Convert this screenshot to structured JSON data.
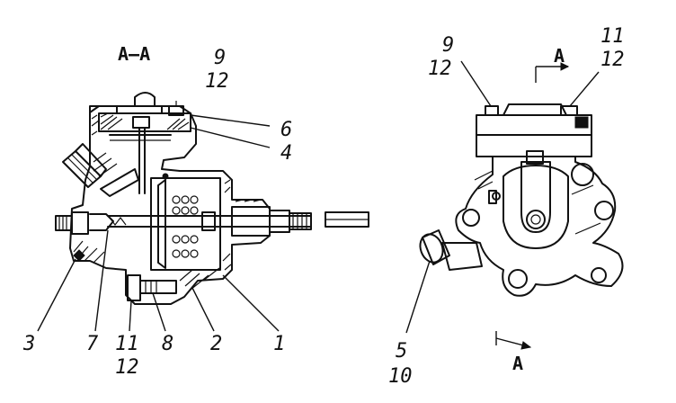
{
  "section_title": "A–A",
  "left_view": {
    "callouts": {
      "c1": "1",
      "c2": "2",
      "c3": "3",
      "c4": "4",
      "c6": "6",
      "c7": "7",
      "c8": "8",
      "c9": "9",
      "c12_top": "12",
      "c11": "11",
      "c12_bottom": "12"
    }
  },
  "right_view": {
    "callouts": {
      "c9": "9",
      "c12_left": "12",
      "c11": "11",
      "c12_right": "12",
      "c5": "5",
      "c10": "10"
    },
    "section_mark_top": "A",
    "section_mark_bottom": "A"
  }
}
